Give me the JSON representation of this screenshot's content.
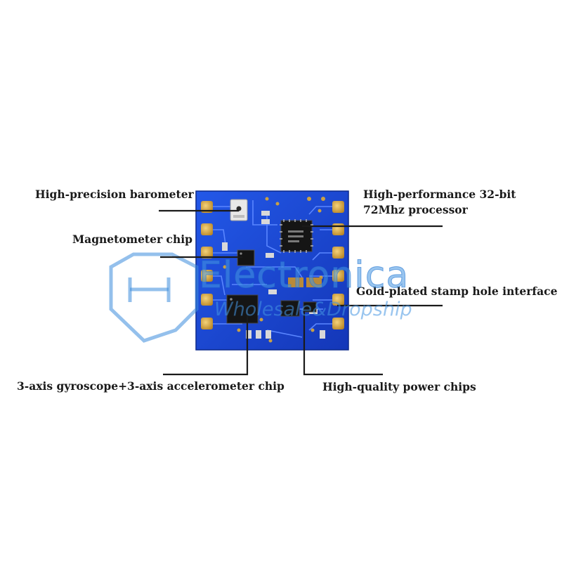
{
  "callouts": {
    "barometer": "High-precision barometer",
    "magnetometer": "Magnetometer chip",
    "processor_line1": "High-performance 32-bit",
    "processor_line2": "72Mhz processor",
    "stamp_hole": "Gold-plated stamp hole interface",
    "gyro_accel": "3-axis gyroscope+3-axis accelerometer chip",
    "power": "High-quality power chips"
  },
  "watermark": {
    "brand": "Electronica",
    "tagline": "Wholesale&Dropship"
  },
  "colors": {
    "pcb_blue": "#1a47d8",
    "pad_gold": "#d9a84a",
    "leader_line": "#1a1a1a",
    "watermark_blue": "#4696e1"
  }
}
